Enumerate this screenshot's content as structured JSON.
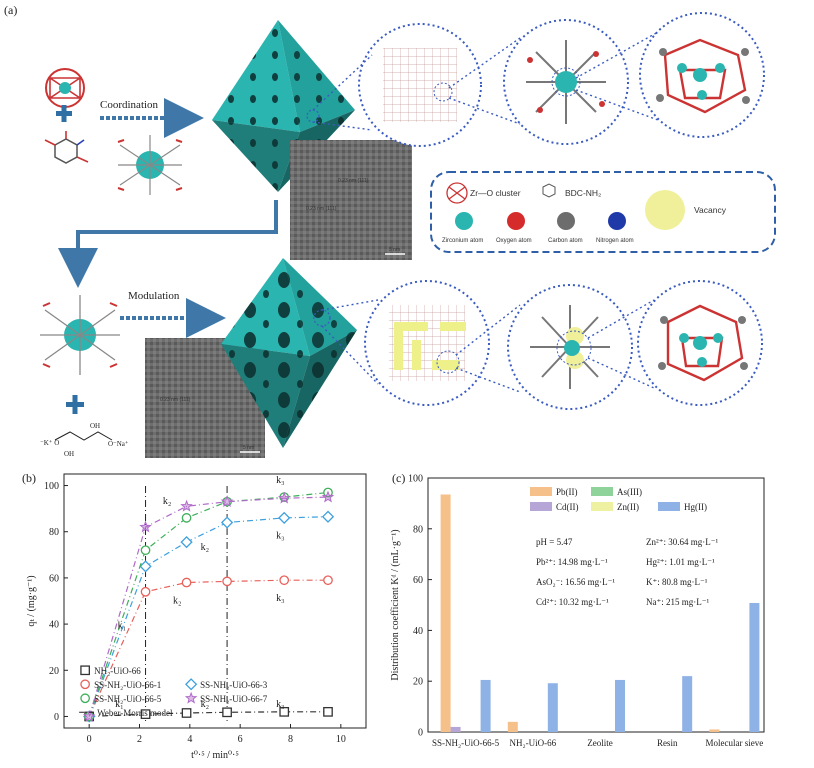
{
  "panel_labels": {
    "a": "(a)",
    "b": "(b)",
    "c": "(c)"
  },
  "schematic": {
    "coordination_label": "Coordination",
    "modulation_label": "Modulation",
    "tem_label_top_1": "0.23 nm (111)",
    "tem_label_top_2": "0.23 nm (111)",
    "tem_label_bottom": "0.23 nm (111)",
    "scale_bar": "5 nm",
    "tartrate_k": "⁻K⁺ O",
    "tartrate_na": "O⁻Na⁺",
    "tartrate_oh": "OH",
    "legend": {
      "zr_cluster": "Zr—O cluster",
      "bdc": "BDC-NH₂",
      "vacancy": "Vacancy",
      "zirconium": "Zirconium atom",
      "oxygen": "Oxygen atom",
      "carbon": "Carbon atom",
      "nitrogen": "Nitrogen atom"
    },
    "colors": {
      "teal": "#2bb5b0",
      "dark_teal": "#1f7e7a",
      "arrow": "#3f78a8",
      "dotted": "#3a5bbf",
      "vacancy": "#f0f09a"
    }
  },
  "chart_data": [
    {
      "type": "line",
      "xlabel": "t⁰·⁵ / min⁰·⁵",
      "ylabel": "qₜ / (mg·g⁻¹)",
      "xlim": [
        -1,
        11
      ],
      "ylim": [
        -5,
        105
      ],
      "xticks": [
        0,
        2,
        4,
        6,
        8,
        10
      ],
      "yticks": [
        0,
        20,
        40,
        60,
        80,
        100
      ],
      "x": [
        0,
        2.24,
        3.87,
        5.48,
        7.75,
        9.49
      ],
      "series": [
        {
          "name": "NH₂-UiO-66",
          "values": [
            0,
            1,
            1.5,
            1.8,
            2,
            2
          ],
          "color": "#333333",
          "marker": "square"
        },
        {
          "name": "SS-NH₂-UiO-66-1",
          "values": [
            0,
            54,
            58,
            58.5,
            59,
            59
          ],
          "color": "#e8605a",
          "marker": "circle"
        },
        {
          "name": "SS-NH₂-UiO-66-3",
          "values": [
            0,
            65,
            75.5,
            84,
            86,
            86.5
          ],
          "color": "#3ea0de",
          "marker": "diamond"
        },
        {
          "name": "SS-NH₂-UiO-66-5",
          "values": [
            0,
            72,
            86,
            93,
            95,
            97
          ],
          "color": "#3fae5a",
          "marker": "circle"
        },
        {
          "name": "SS-NH₂-UiO-66-7",
          "values": [
            0,
            82,
            91,
            93,
            94.5,
            95
          ],
          "color": "#b06ac8",
          "marker": "star"
        }
      ],
      "model_legend": "Weber-Morris model",
      "stage_labels": {
        "k1": "k₁",
        "k2": "k₂",
        "k3": "k₃"
      },
      "stage_boundaries": [
        2.24,
        5.48
      ],
      "legend_position": "bottom-center"
    },
    {
      "type": "bar",
      "ylabel": "Distribution coefficient Kᵈ / (mL·g⁻¹)",
      "ylim": [
        0,
        100
      ],
      "yticks": [
        0,
        20,
        40,
        60,
        80,
        100
      ],
      "categories": [
        "SS-NH₂-UiO-66-5",
        "NH₂-UiO-66",
        "Zeolite",
        "Resin",
        "Molecular sieve"
      ],
      "series": [
        {
          "name": "Pb(II)",
          "values": [
            93.5,
            4,
            0,
            0,
            1
          ],
          "color": "#f6c08a"
        },
        {
          "name": "Cd(II)",
          "values": [
            2,
            0,
            0,
            0,
            0
          ],
          "color": "#b6a6d8"
        },
        {
          "name": "As(III)",
          "values": [
            0,
            0,
            0,
            0,
            0
          ],
          "color": "#8fd29a"
        },
        {
          "name": "Zn(II)",
          "values": [
            0,
            0,
            0,
            0,
            0
          ],
          "color": "#eef0a2"
        },
        {
          "name": "Hg(II)",
          "values": [
            20.5,
            19.2,
            20.5,
            22,
            50.8
          ],
          "color": "#8fb2e6"
        }
      ],
      "conditions": [
        "pH = 5.47",
        "Zn²⁺: 30.64 mg·L⁻¹",
        "Pb²⁺: 14.98 mg·L⁻¹",
        "Hg²⁺: 1.01 mg·L⁻¹",
        "AsO₂⁻: 16.56 mg·L⁻¹",
        "K⁺: 80.8 mg·L⁻¹",
        "Cd²⁺: 10.32 mg·L⁻¹",
        "Na⁺: 215 mg·L⁻¹"
      ],
      "legend_position": "top-right"
    }
  ]
}
